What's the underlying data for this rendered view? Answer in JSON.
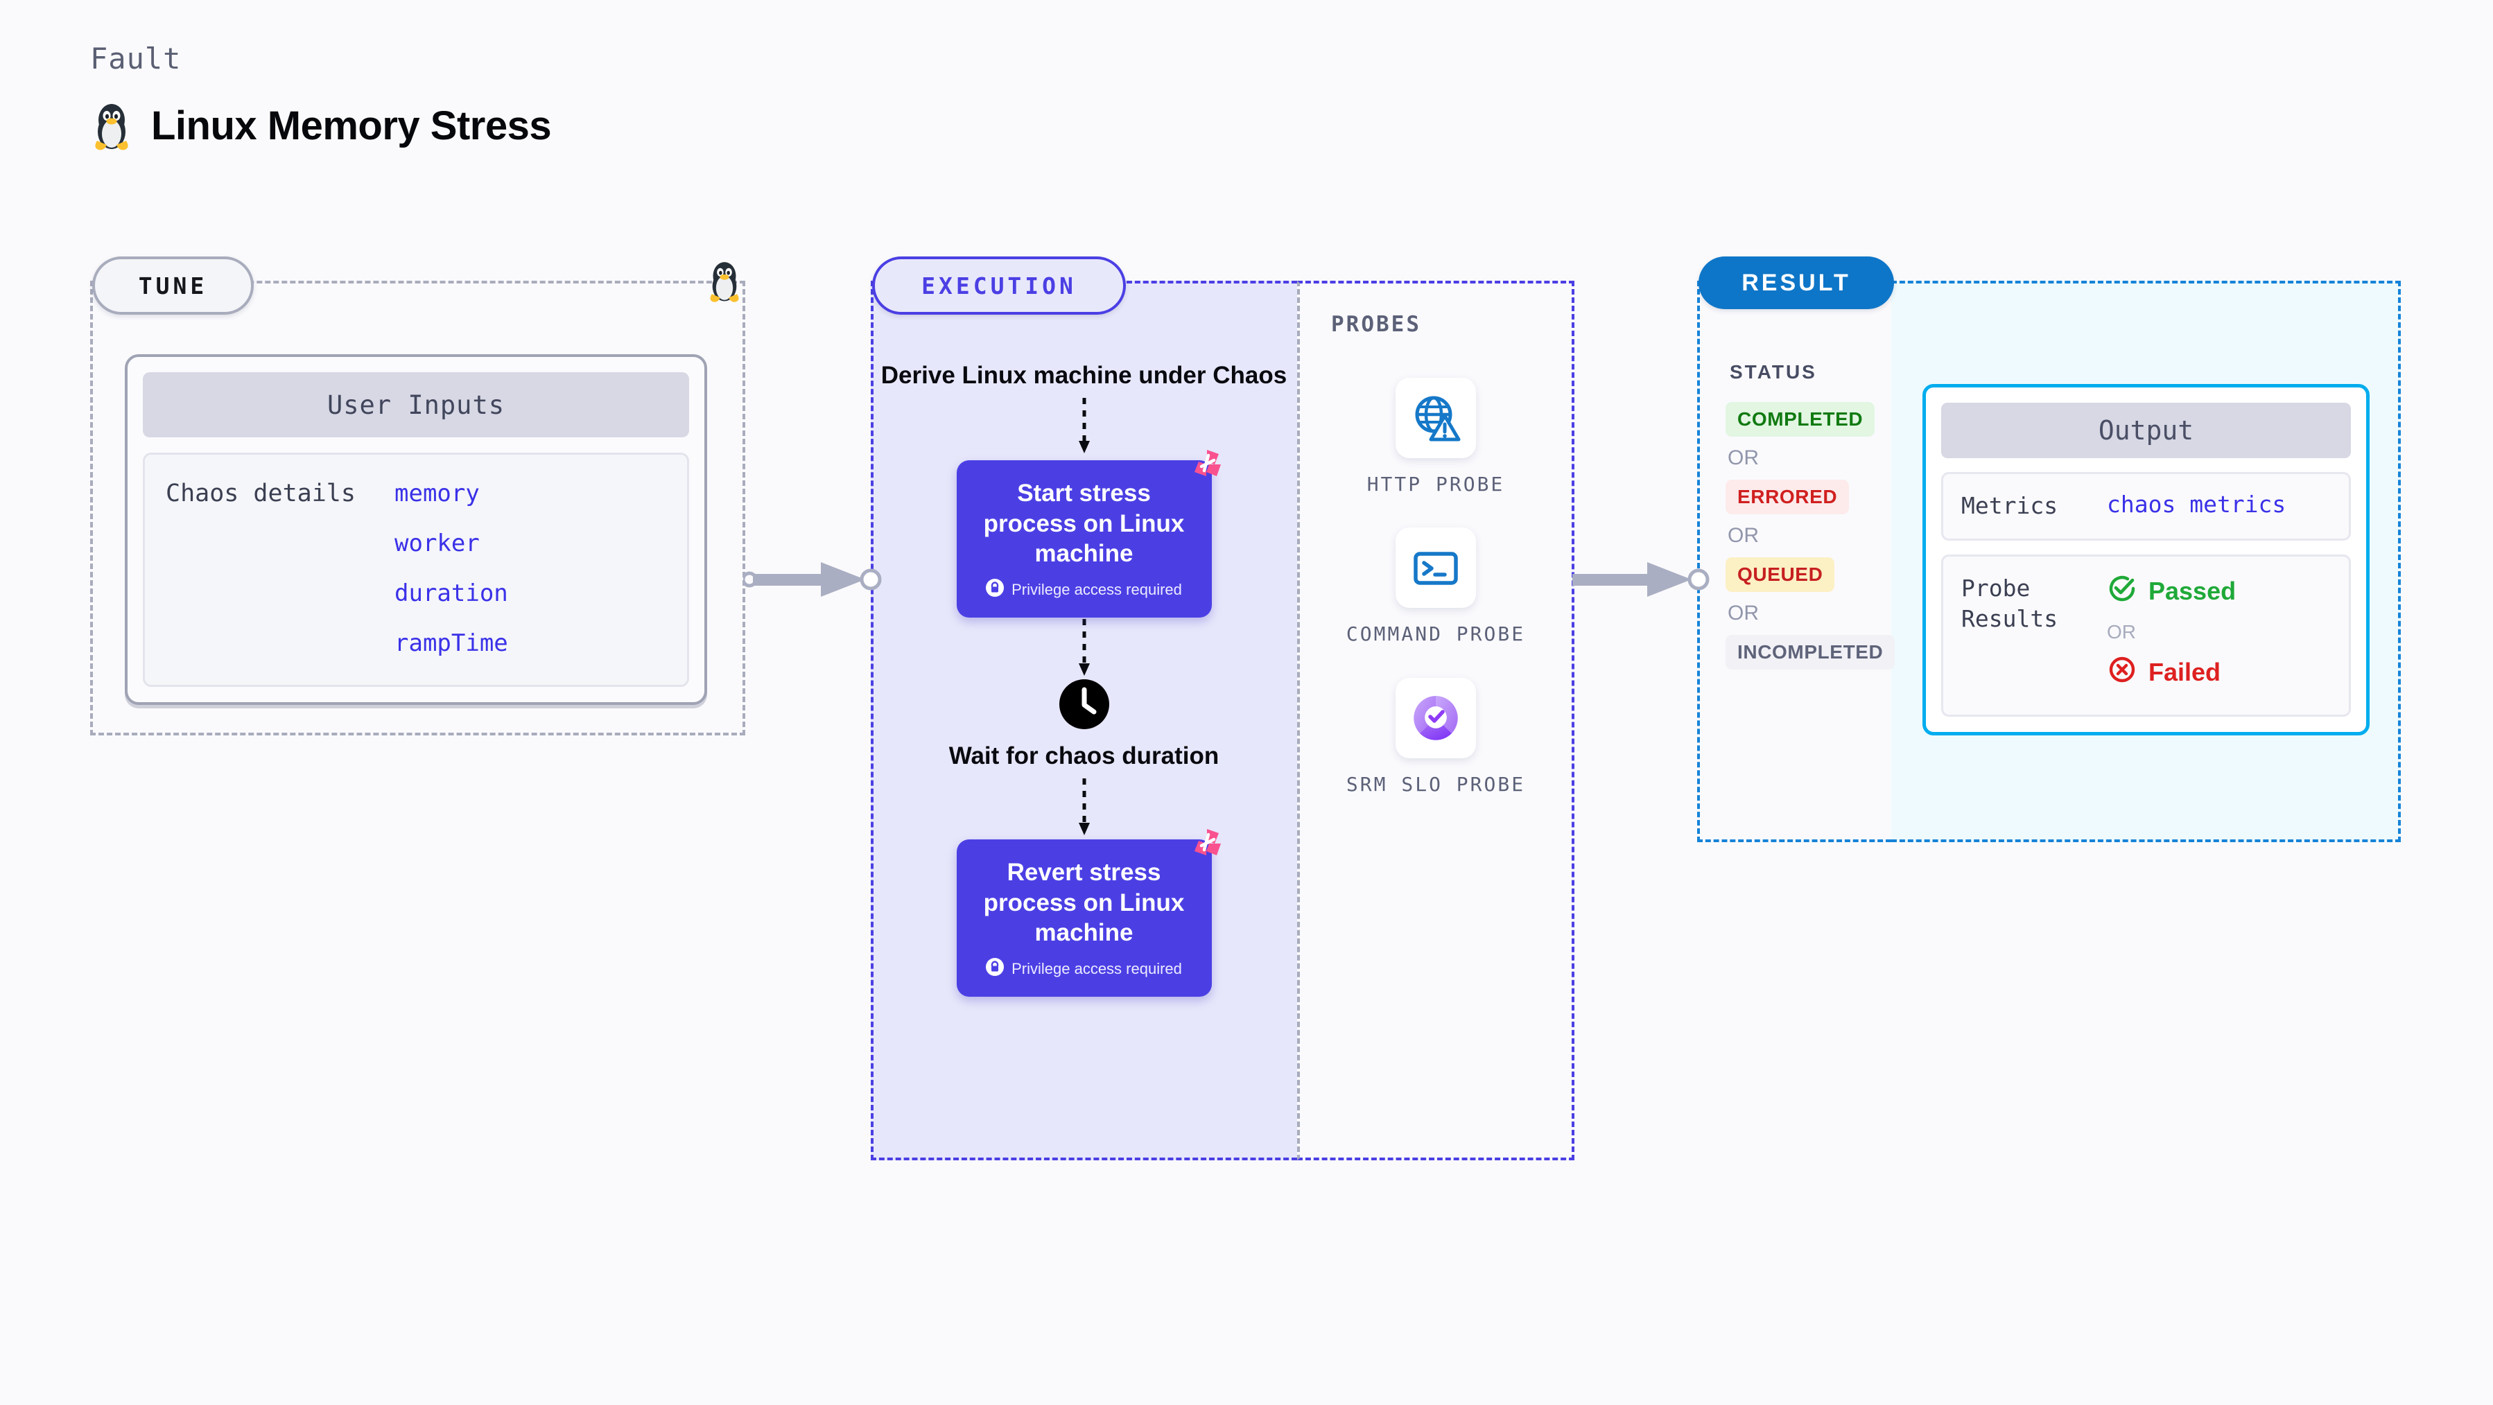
{
  "header": {
    "eyebrow": "Fault",
    "title": "Linux Memory Stress",
    "icon": "linux-tux-icon"
  },
  "tune": {
    "pill_label": "TUNE",
    "corner_icon": "linux-tux-icon",
    "card": {
      "header": "User Inputs",
      "details_label": "Chaos details",
      "params": [
        "memory",
        "worker",
        "duration",
        "rampTime"
      ]
    }
  },
  "execution": {
    "pill_label": "EXECUTION",
    "steps": [
      {
        "type": "text",
        "label": "Derive Linux machine under Chaos"
      },
      {
        "type": "card",
        "label": "Start stress process on Linux machine",
        "note": "Privilege access required",
        "note_icon": "lock-icon",
        "badge_icon": "chaos-badge-icon"
      },
      {
        "type": "wait",
        "icon": "clock-icon",
        "label": "Wait for chaos duration"
      },
      {
        "type": "card",
        "label": "Revert stress process on Linux machine",
        "note": "Privilege access required",
        "note_icon": "lock-icon",
        "badge_icon": "chaos-badge-icon"
      }
    ]
  },
  "probes": {
    "label": "PROBES",
    "items": [
      {
        "label": "HTTP PROBE",
        "icon": "globe-warning-icon"
      },
      {
        "label": "COMMAND PROBE",
        "icon": "terminal-icon"
      },
      {
        "label": "SRM SLO PROBE",
        "icon": "slo-donut-check-icon"
      }
    ]
  },
  "result": {
    "pill_label": "RESULT",
    "status_label": "STATUS",
    "or_label": "OR",
    "statuses": [
      {
        "label": "COMPLETED",
        "bg": "#E2F6E2",
        "fg": "#117A11"
      },
      {
        "label": "ERRORED",
        "bg": "#FDEBEB",
        "fg": "#D02020"
      },
      {
        "label": "QUEUED",
        "bg": "#FCF0C5",
        "fg": "#C62020"
      },
      {
        "label": "INCOMPLETED",
        "bg": "#F1F1F6",
        "fg": "#5E6379"
      }
    ]
  },
  "output": {
    "header": "Output",
    "rows": [
      {
        "label": "Metrics",
        "value": "chaos metrics",
        "kind": "value"
      },
      {
        "label": "Probe Results",
        "kind": "verdict"
      }
    ],
    "verdicts": {
      "pass_label": "Passed",
      "fail_label": "Failed",
      "or_label": "OR",
      "pass_icon": "check-circle-icon",
      "fail_icon": "x-circle-icon"
    }
  },
  "colors": {
    "tune_gray": "#A8ACBC",
    "execution_indigo": "#4B3FE4",
    "result_blue": "#1683D8",
    "output_cyan": "#00ADEE",
    "chaos_pink": "#F9528F",
    "param_blue": "#3A31E8",
    "connector_gray": "#AAAEC2"
  }
}
